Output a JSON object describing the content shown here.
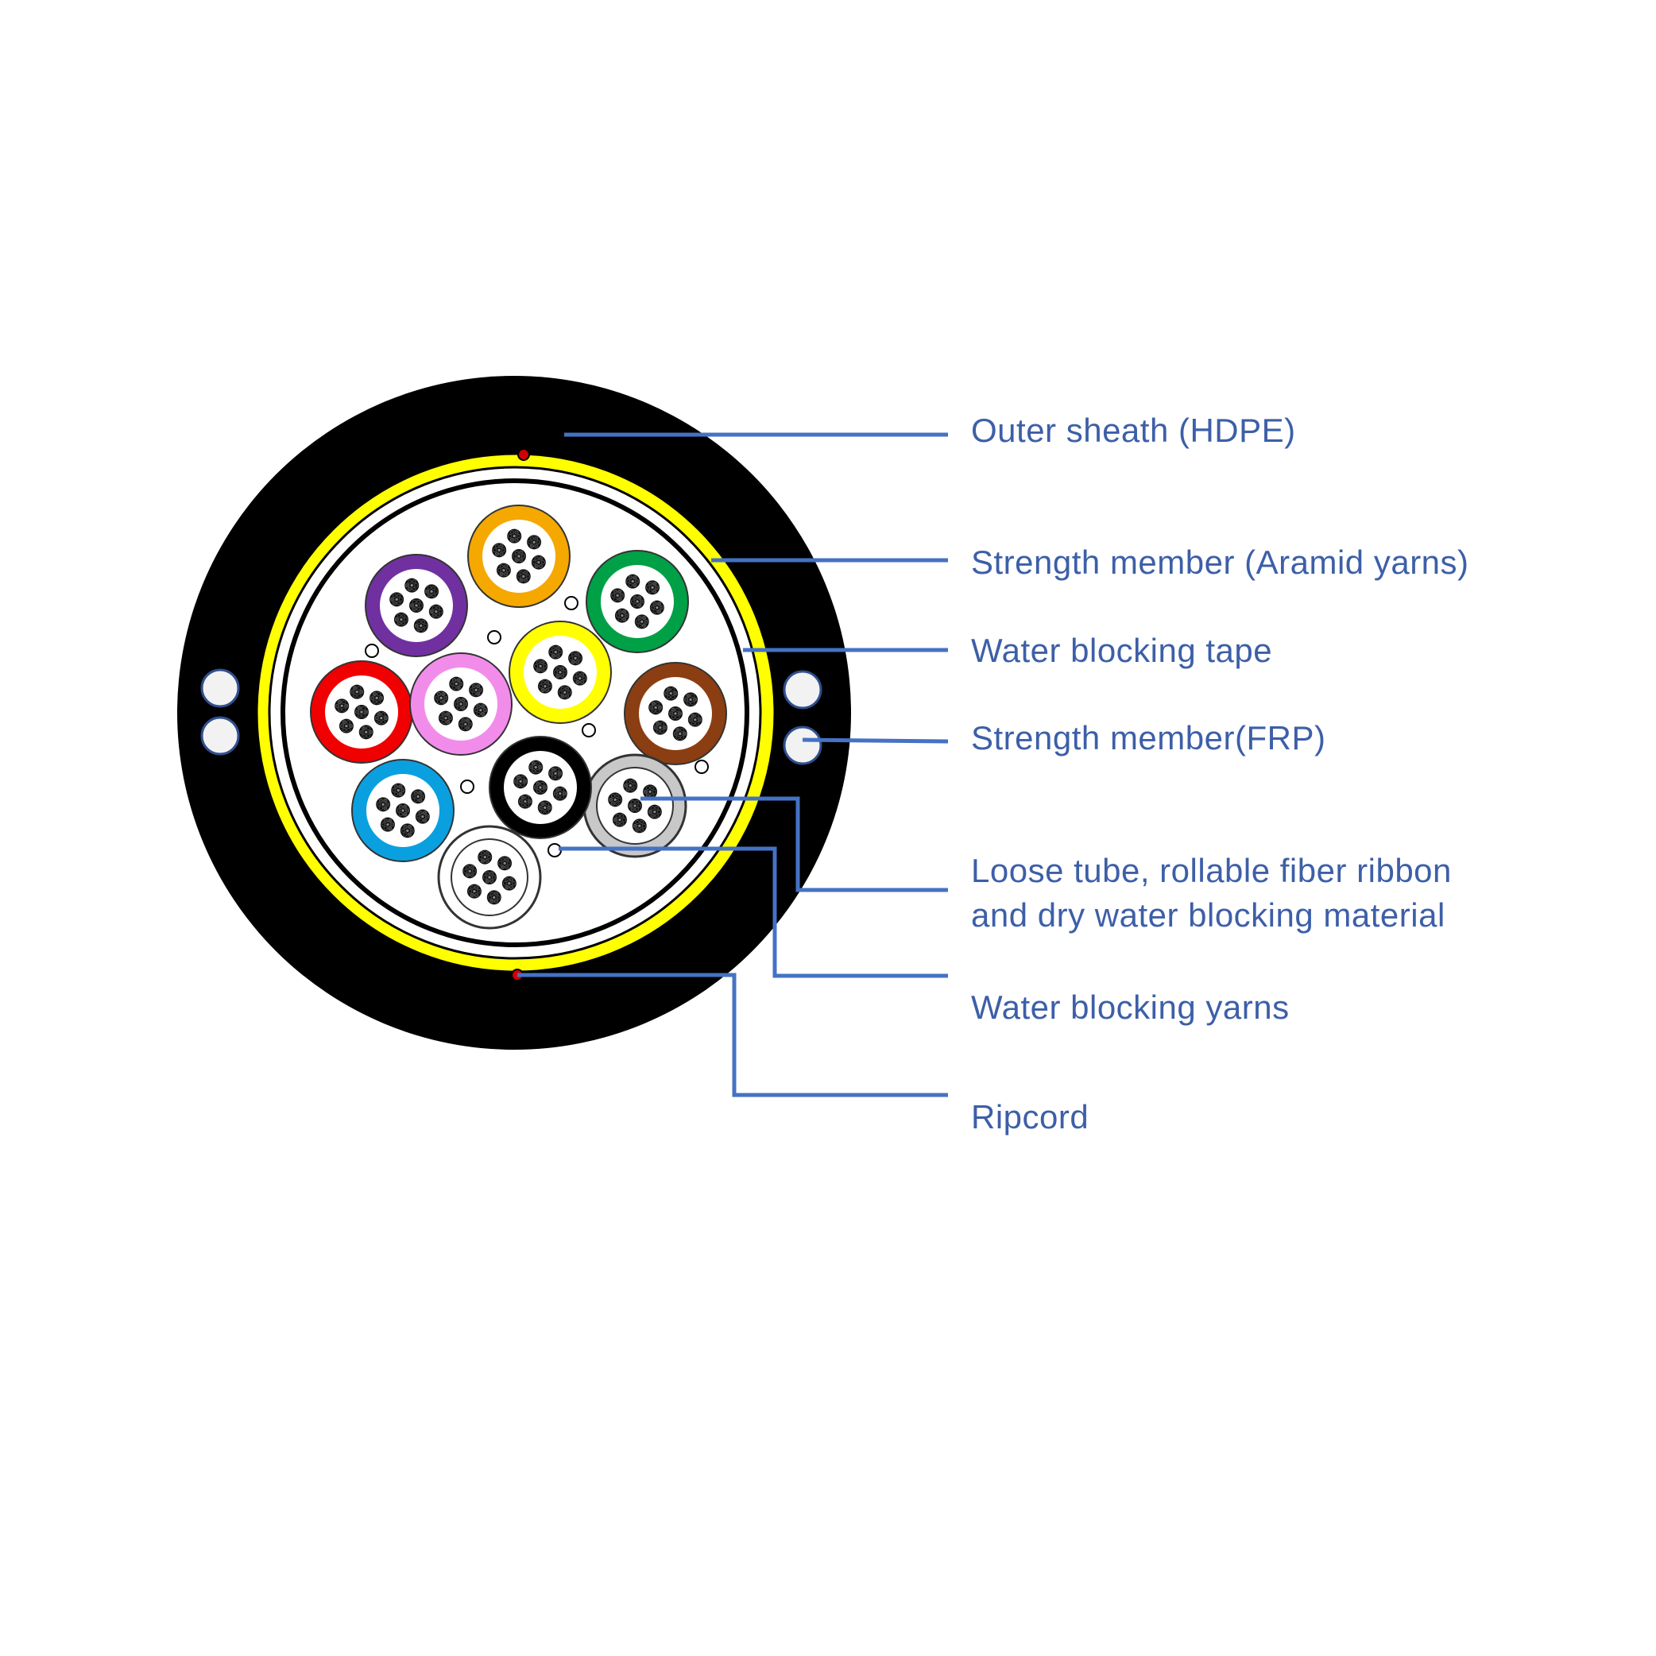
{
  "colors": {
    "label_text": "#3D5FA8",
    "leader_line": "#4472C4",
    "outer_sheath": "#000000",
    "aramid_yarn": "#FFFF00",
    "frp_fill": "#F2F2F2",
    "ripcord": "#D00000"
  },
  "labels": {
    "outer_sheath": "Outer sheath (HDPE)",
    "aramid": "Strength member (Aramid yarns)",
    "water_blocking_tape": "Water blocking tape",
    "frp": "Strength member(FRP)",
    "loose_tube_line1": "Loose tube, rollable fiber ribbon",
    "loose_tube_line2": "and dry water blocking material",
    "water_blocking_yarns": "Water blocking yarns",
    "ripcord": "Ripcord"
  },
  "loose_tubes": [
    {
      "name": "orange",
      "color": "#F5A800"
    },
    {
      "name": "green",
      "color": "#00A046"
    },
    {
      "name": "brown",
      "color": "#8B3E12"
    },
    {
      "name": "slate",
      "color": "#C8C8C8"
    },
    {
      "name": "white",
      "color": "#FFFFFF"
    },
    {
      "name": "blue",
      "color": "#0AA0E0"
    },
    {
      "name": "red",
      "color": "#F00000"
    },
    {
      "name": "violet",
      "color": "#7030A0"
    },
    {
      "name": "yellow",
      "color": "#FFFF00"
    },
    {
      "name": "pink",
      "color": "#F28CEB"
    },
    {
      "name": "black",
      "color": "#000000"
    }
  ]
}
